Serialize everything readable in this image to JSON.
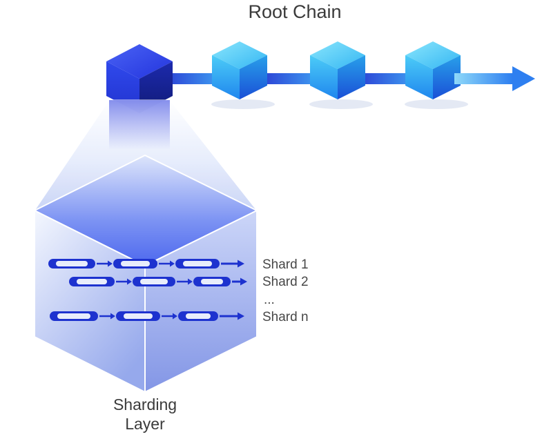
{
  "diagram": {
    "title": "Root Chain",
    "shard_labels": [
      "Shard 1",
      "Shard 2",
      "...",
      "Shard n"
    ],
    "bottom_label": {
      "line1": "Sharding",
      "line2": "Layer"
    },
    "icons": {
      "root_cube": "cube-icon",
      "chain_cubes": "cube-icon",
      "chain_arrows": "arrow-right-icon",
      "shard_chains": "block-chain-row",
      "funnel": "zoom-funnel"
    },
    "colors": {
      "root_cube_blue": "#2334dd",
      "chain_cube_cyan": "#35bdf5",
      "chain_cube_blue": "#1f6cee",
      "connector_blue": "#2b3fd4",
      "sharding_cube_light": "#dbe3fa",
      "sharding_cube_mid": "#8fa3ea",
      "shard_block_dark": "#1d32cf",
      "shard_block_light": "#e8edfb",
      "text_dark": "#3a3a3a"
    }
  }
}
